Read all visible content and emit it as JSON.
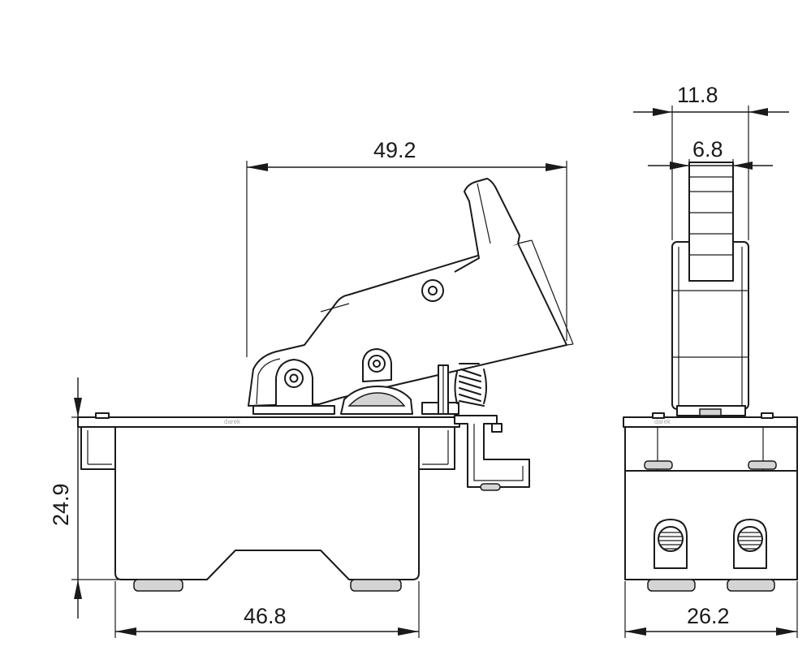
{
  "dimensions": {
    "side_width": "49.2",
    "body_width": "46.8",
    "height": "24.9",
    "end_outer_width": "11.8",
    "end_inner_width": "6.8",
    "end_body_width": "26.2"
  },
  "watermark": {
    "text": "darek"
  }
}
